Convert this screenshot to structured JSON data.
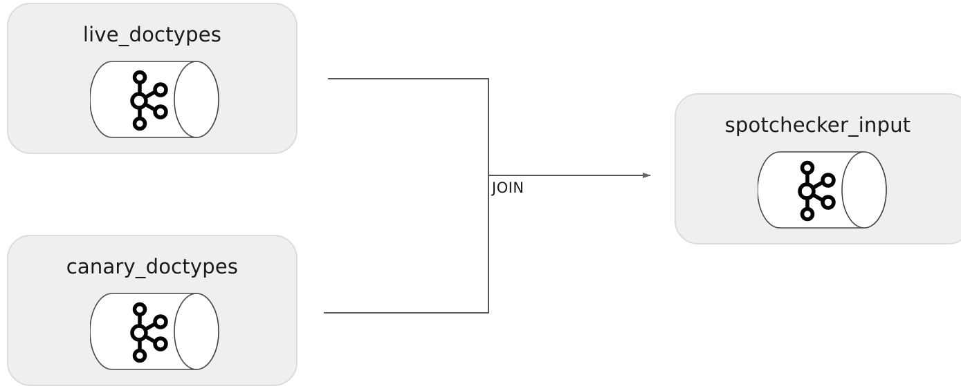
{
  "nodes": {
    "live": {
      "label": "live_doctypes",
      "icon": "kafka-topic-icon"
    },
    "canary": {
      "label": "canary_doctypes",
      "icon": "kafka-topic-icon"
    },
    "output": {
      "label": "spotchecker_input",
      "icon": "kafka-topic-icon"
    }
  },
  "edge": {
    "label": "JOIN"
  },
  "colors": {
    "node_fill": "#efefef",
    "node_border": "#dcdcdc",
    "line": "#555555"
  }
}
